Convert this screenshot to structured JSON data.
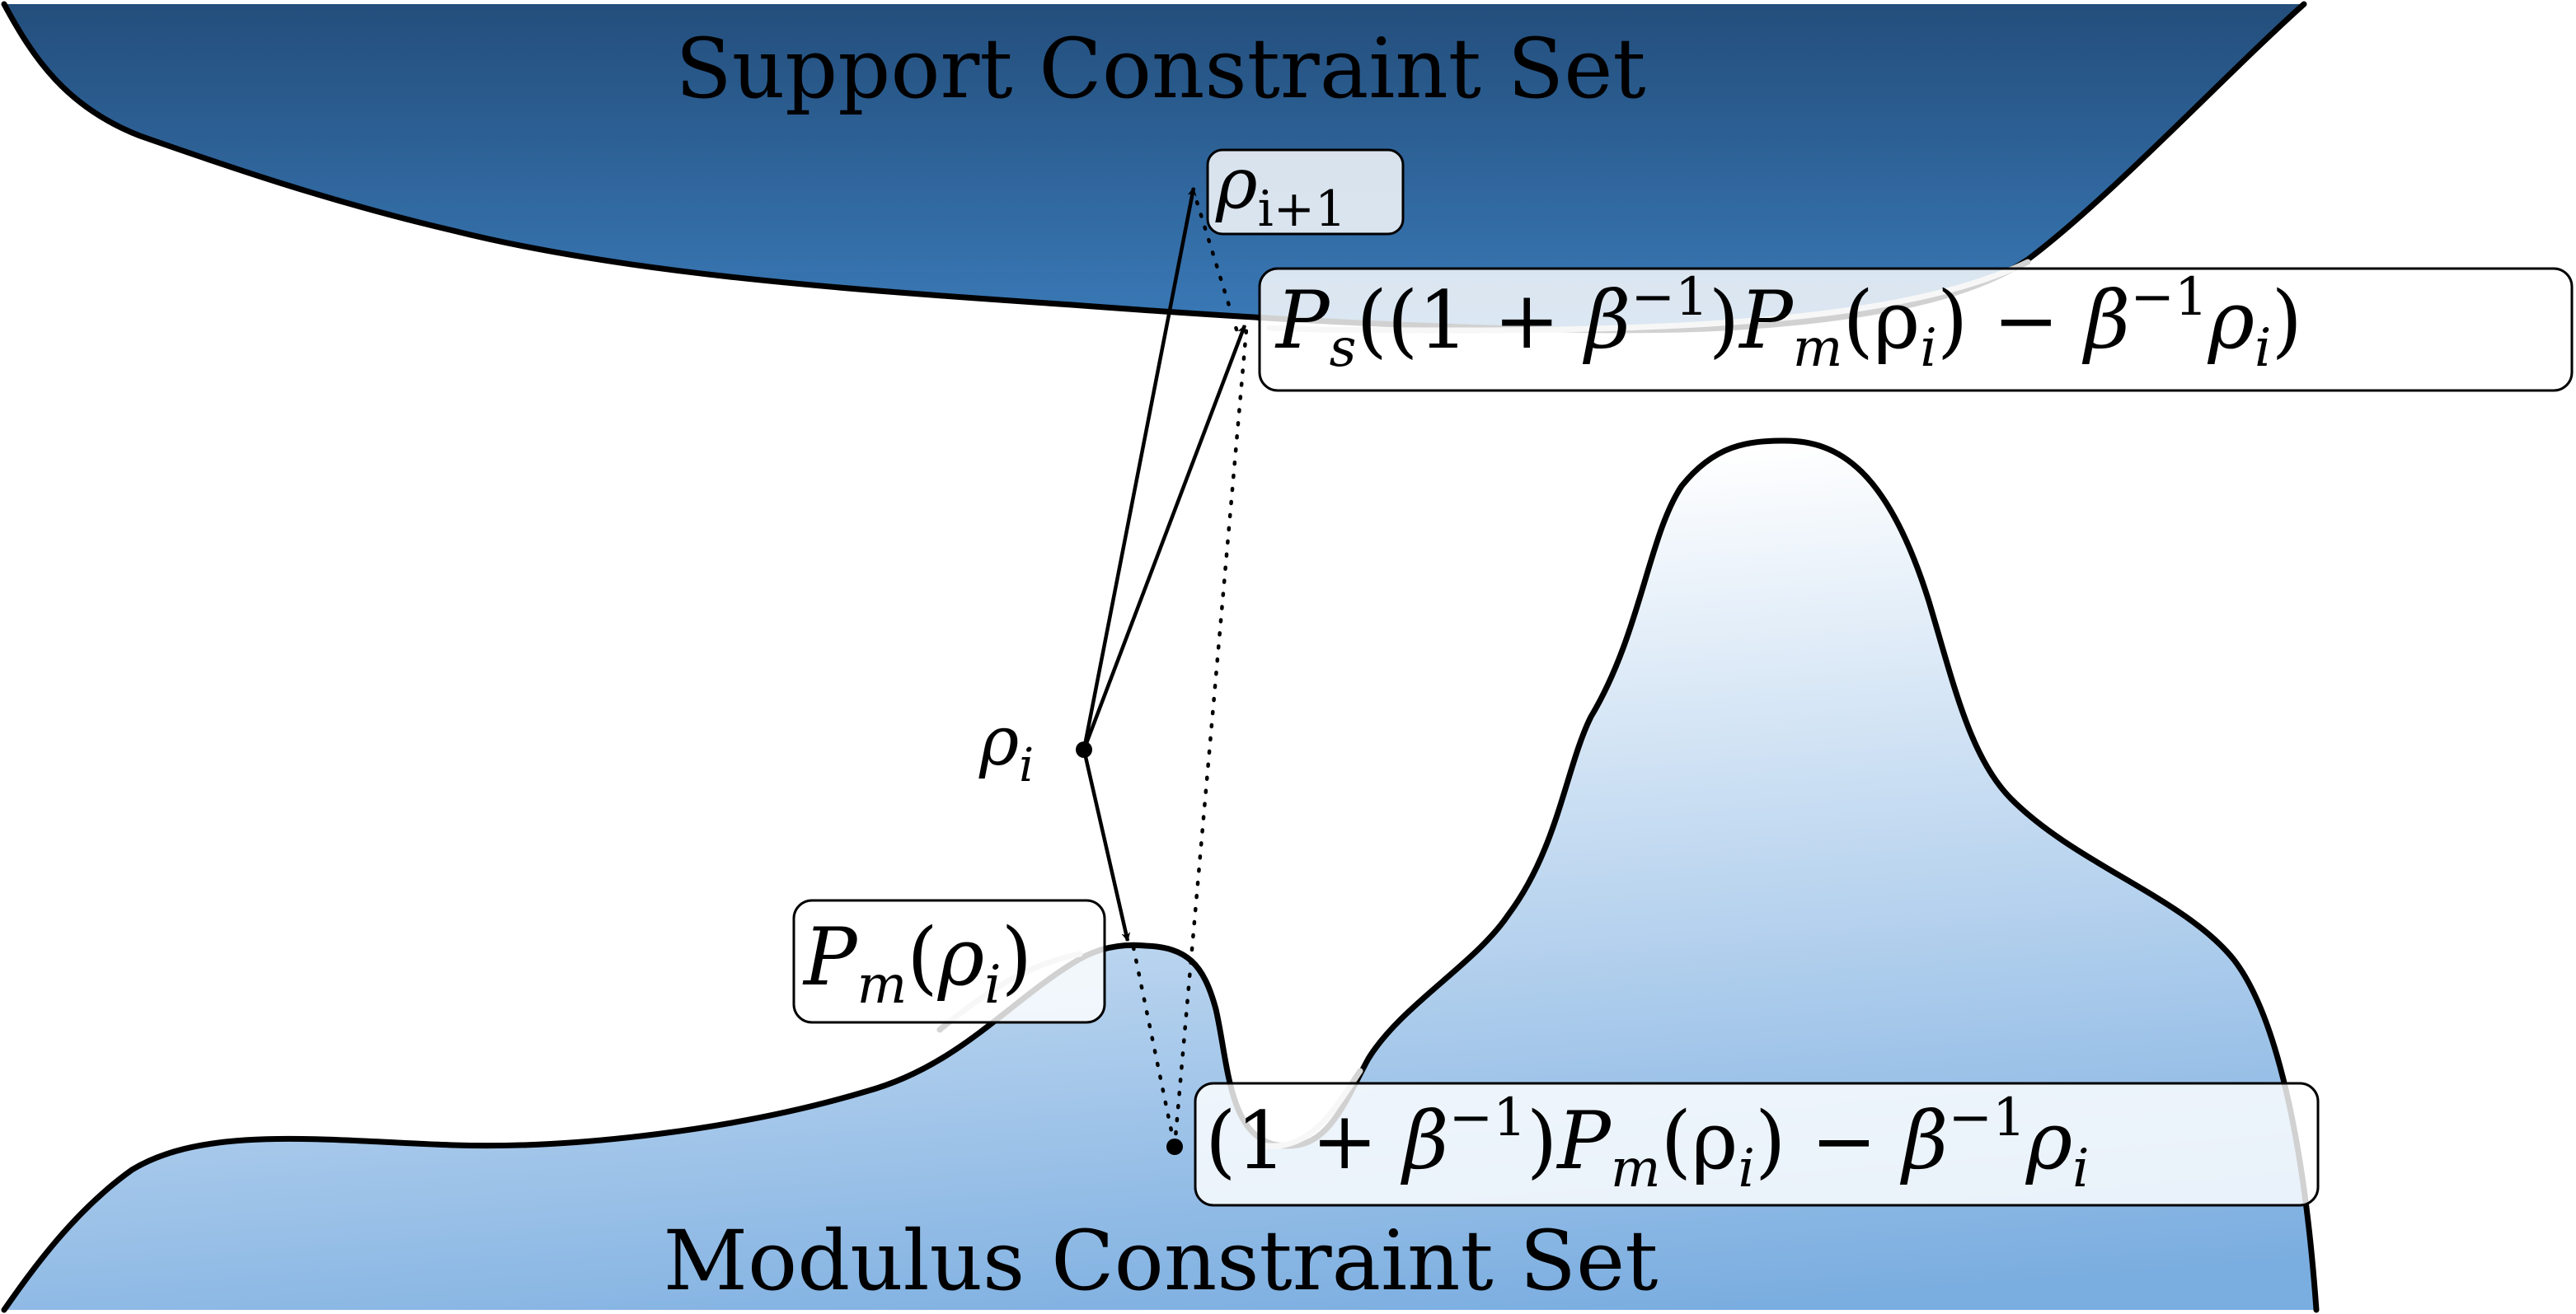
{
  "support_set": {
    "title": "Support Constraint Set",
    "gradient_top": "#234e7c",
    "gradient_bottom": "#3a7ab8"
  },
  "modulus_set": {
    "title": "Modulus Constraint Set",
    "gradient_top": "#ffffff",
    "gradient_bottom": "#7aade0"
  },
  "labels": {
    "rho_i": {
      "base": "ρ",
      "sub": "i"
    },
    "rho_next": {
      "base": "ρ",
      "sub": "i+1"
    },
    "pm_rho": {
      "P": "P",
      "m": "m",
      "open": "(",
      "rho": "ρ",
      "i": "i",
      "close": ")"
    },
    "reflect": {
      "open": "(1 + ",
      "beta": "β",
      "exp": "−1",
      "close_p": ")",
      "P": "P",
      "m": "m",
      "arg": "(ρ",
      "i": "i",
      "arg_close": ")",
      "minus": " − ",
      "beta2": "β",
      "exp2": "−1",
      "rho": "ρ",
      "i2": "i"
    },
    "ps_expr": {
      "P": "P",
      "s": "s",
      "open": "((1 + ",
      "beta": "β",
      "exp": "−1",
      "close_p": ")",
      "P2": "P",
      "m": "m",
      "arg": "(ρ",
      "i": "i",
      "arg_close": ")",
      "minus": " − ",
      "beta2": "β",
      "exp2": "−1",
      "rho": "ρ",
      "i2": "i",
      "end": ")"
    }
  }
}
